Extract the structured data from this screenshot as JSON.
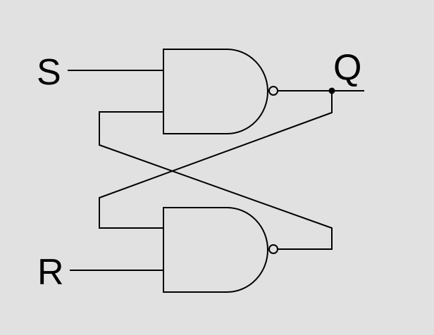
{
  "labels": {
    "set_input": "S",
    "reset_input": "R",
    "output": "Q"
  },
  "colors": {
    "background": "#e1e1e1",
    "line": "#000000"
  },
  "gates": [
    {
      "name": "top-nand-gate",
      "type": "NAND"
    },
    {
      "name": "bottom-nand-gate",
      "type": "NAND"
    }
  ]
}
